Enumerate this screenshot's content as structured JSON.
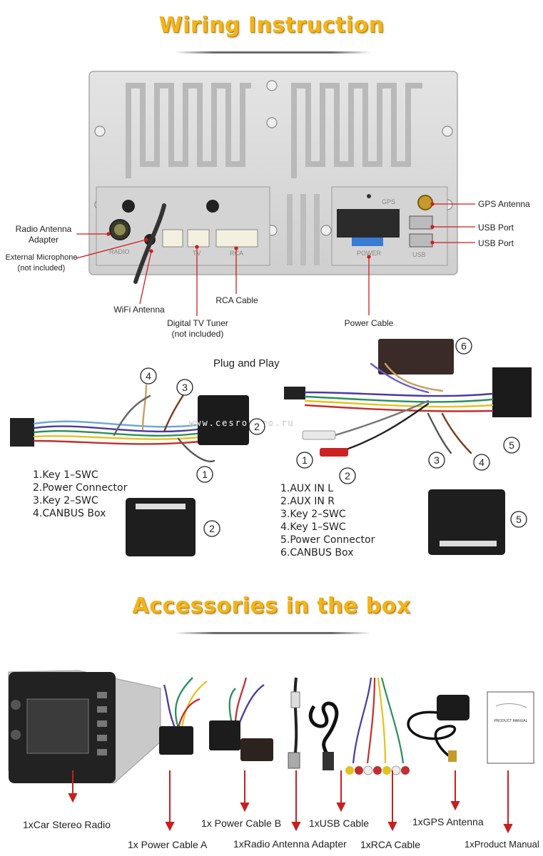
{
  "headings": {
    "wiring": "Wiring Instruction",
    "accessories": "Accessories in the box"
  },
  "unit_labels": {
    "radio_antenna": "Radio Antenna\nAdapter",
    "external_mic": "External Microphone",
    "external_mic_note": "(not included)",
    "wifi_antenna": "WiFi Antenna",
    "digital_tv": "Digital TV Tuner",
    "digital_tv_note": "(not included)",
    "rca_cable": "RCA Cable",
    "power_cable": "Power Cable",
    "gps_antenna": "GPS Antenna",
    "usb_port_1": "USB Port",
    "usb_port_2": "USB Port"
  },
  "panel_marks": {
    "radio": "RADIO",
    "tv": "TV",
    "rca": "RCA",
    "gps": "GPS",
    "power": "POWER",
    "usb": "USB"
  },
  "plug_and_play": {
    "title": "Plug and Play",
    "watermark": "www.cesroniro.ru",
    "left_legend": [
      "1.Key 1–SWC",
      "2.Power Connector",
      "3.Key 2–SWC",
      "4.CANBUS Box"
    ],
    "right_legend": [
      "1.AUX IN L",
      "2.AUX IN R",
      "3.Key 2–SWC",
      "4.Key 1–SWC",
      "5.Power Connector",
      "6.CANBUS Box"
    ],
    "callouts": {
      "l1": "1",
      "l2": "2",
      "l3": "3",
      "l4": "4",
      "l2b": "2",
      "r1": "1",
      "r2": "2",
      "r3": "3",
      "r4": "4",
      "r5": "5",
      "r6": "6",
      "r5b": "5"
    }
  },
  "accessories": {
    "items": [
      "1xCar Stereo Radio",
      "1x Power Cable A",
      "1x Power Cable B",
      "1xRadio Antenna Adapter",
      "1xUSB Cable",
      "1xRCA Cable",
      "1xGPS Antenna",
      "1xProduct Manual"
    ],
    "manual_cover": "PRODUCT MANUAL"
  },
  "colors": {
    "heading": "#f2b418",
    "leader": "#d01c1c",
    "arrow": "#c62020",
    "panel": "#d9d9d9"
  }
}
